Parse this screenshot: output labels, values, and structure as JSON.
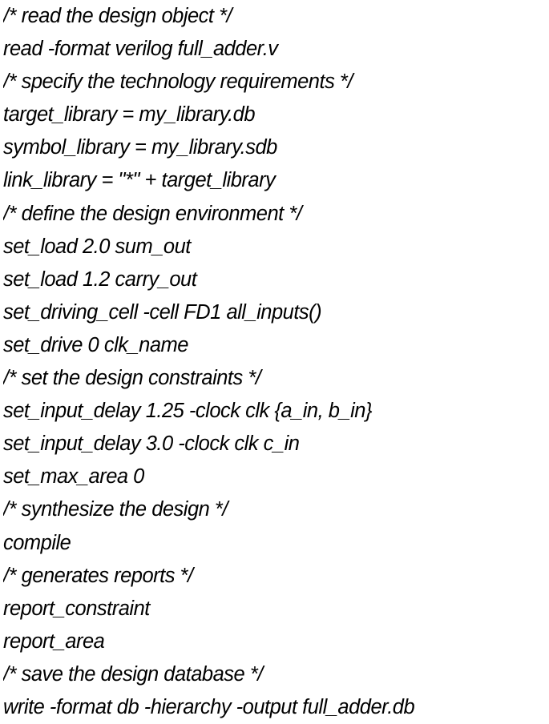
{
  "script": {
    "lines": [
      "/* read the design object */",
      "read -format verilog full_adder.v",
      "/* specify the technology requirements */",
      "target_library = my_library.db",
      "symbol_library = my_library.sdb",
      "link_library = \"*\" + target_library",
      "/* define the design environment */",
      "set_load 2.0 sum_out",
      "set_load 1.2 carry_out",
      "set_driving_cell -cell FD1 all_inputs()",
      "set_drive 0 clk_name",
      "/* set the design constraints */",
      "set_input_delay 1.25 -clock clk {a_in, b_in}",
      "set_input_delay 3.0 -clock clk c_in",
      "set_max_area 0",
      "/* synthesize the design */",
      "compile",
      "/* generates reports */",
      "report_constraint",
      "report_area",
      "/* save the design database */",
      "write -format db -hierarchy -output full_adder.db"
    ]
  },
  "colors": {
    "text": "#000000",
    "background": "#ffffff"
  }
}
